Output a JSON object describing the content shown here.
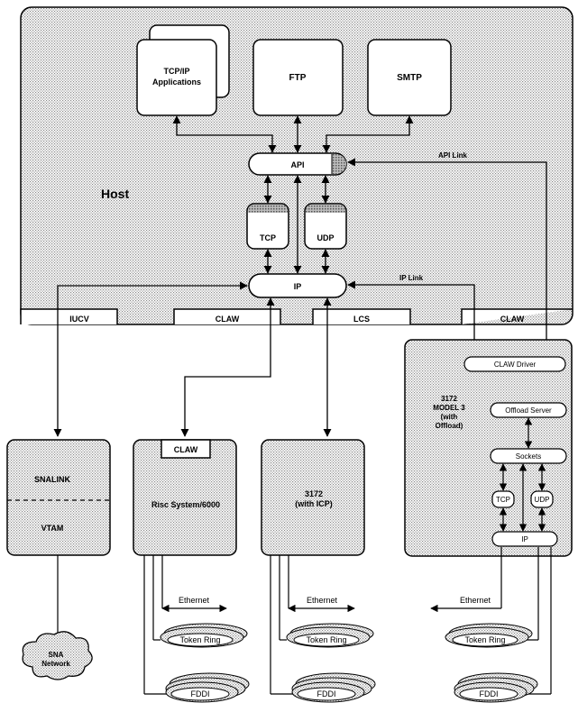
{
  "colors": {
    "line": "#000000",
    "shade": "#d8d8d8",
    "box": "#ffffff",
    "hatch": "#9a9a9a"
  },
  "host": {
    "title": "Host",
    "apps": {
      "tcpip_line1": "TCP/IP",
      "tcpip_line2": "Applications",
      "ftp": "FTP",
      "smtp": "SMTP"
    },
    "api": "API",
    "tcp": "TCP",
    "udp": "UDP",
    "ip": "IP",
    "tabs": [
      "IUCV",
      "CLAW",
      "LCS",
      "CLAW"
    ],
    "api_link": "API Link",
    "ip_link": "IP Link"
  },
  "devices": {
    "snalink": "SNALINK",
    "vtam": "VTAM",
    "claw_tab": "CLAW",
    "risc": "Risc System/6000",
    "icp_line1": "3172",
    "icp_line2": "(with ICP)",
    "offload_name": [
      "3172",
      "MODEL 3",
      "(with",
      "Offload)"
    ],
    "claw_driver": "CLAW Driver",
    "offload_server": "Offload Server",
    "sockets": "Sockets",
    "tcp": "TCP",
    "udp": "UDP",
    "ip": "IP"
  },
  "networks": {
    "sna_line1": "SNA",
    "sna_line2": "Network",
    "ethernet": "Ethernet",
    "token_ring": "Token Ring",
    "fddi": "FDDI"
  }
}
